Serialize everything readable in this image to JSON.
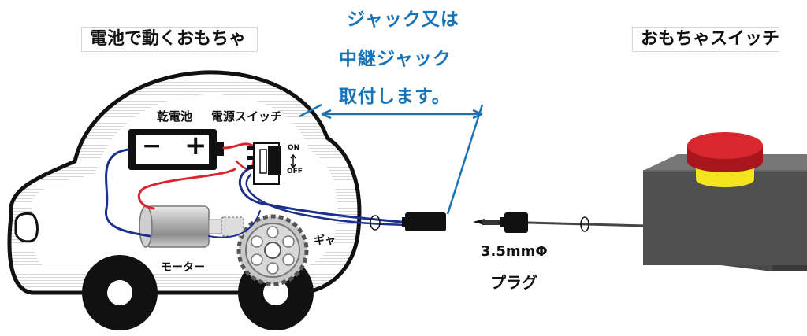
{
  "titles": {
    "toy": "電池で動くおもちゃ",
    "switch": "おもちゃスイッチ"
  },
  "note": {
    "line1": "ジャック又は",
    "line2": "中継ジャック",
    "line3": "取付します。"
  },
  "labels": {
    "battery": "乾電池",
    "power_switch": "電源スイッチ",
    "motor": "モーター",
    "gear": "ギャ",
    "plug_size": "3.5mmΦ",
    "plug": "プラグ",
    "on": "ON",
    "off": "OFF",
    "minus": "−",
    "plus": "+"
  },
  "colors": {
    "note_blue": "#1a73b5",
    "wire_red": "#d9262e",
    "wire_blue": "#1c2f8c",
    "button_red": "#c8202a",
    "button_ring": "#f5e51e",
    "box_gray": "#555555"
  },
  "icons": [
    "car-body",
    "battery-icon",
    "switch-icon",
    "motor-icon",
    "gear-icon",
    "wheel-icon",
    "jack-icon",
    "plug-icon",
    "button-box-icon"
  ]
}
